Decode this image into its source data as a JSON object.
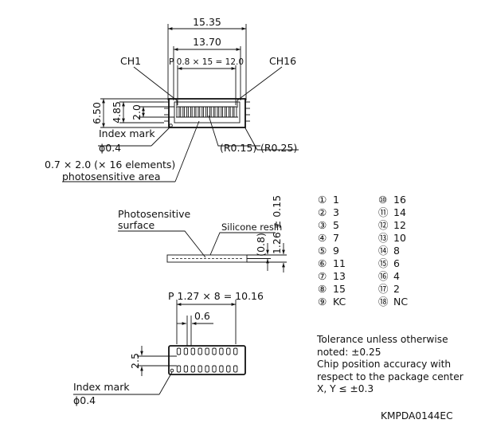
{
  "top_view": {
    "width_overall": "15.35",
    "width_inner": "13.70",
    "pitch": "P 0.8 × 15 = 12.0",
    "ch_first": "CH1",
    "ch_last": "CH16",
    "height_overall": "6.50",
    "height_inner": "4.85",
    "element_height": "2.0",
    "index_mark": "Index mark",
    "index_dia": "ϕ0.4",
    "radius_inner": "(R0.15)",
    "radius_outer": "(R0.25)",
    "element_size": "0.7 × 2.0 (× 16 elements)",
    "photosensitive_area": "photosensitive area"
  },
  "side_view": {
    "surface_line1": "Photosensitive",
    "surface_line2": "surface",
    "resin": "Silicone resin",
    "depth": "(0.8)",
    "thickness": "1.26 ± 0.15"
  },
  "bottom_view": {
    "pitch": "P 1.27 × 8 = 10.16",
    "pad_width": "0.6",
    "row_gap": "2.5",
    "index_mark": "Index mark",
    "index_dia": "ϕ0.4"
  },
  "pinout": {
    "left": [
      {
        "no": "①",
        "name": "1"
      },
      {
        "no": "②",
        "name": "3"
      },
      {
        "no": "③",
        "name": "5"
      },
      {
        "no": "④",
        "name": "7"
      },
      {
        "no": "⑤",
        "name": "9"
      },
      {
        "no": "⑥",
        "name": "11"
      },
      {
        "no": "⑦",
        "name": "13"
      },
      {
        "no": "⑧",
        "name": "15"
      },
      {
        "no": "⑨",
        "name": "KC"
      }
    ],
    "right": [
      {
        "no": "⑩",
        "name": "16"
      },
      {
        "no": "⑪",
        "name": "14"
      },
      {
        "no": "⑫",
        "name": "12"
      },
      {
        "no": "⑬",
        "name": "10"
      },
      {
        "no": "⑭",
        "name": "8"
      },
      {
        "no": "⑮",
        "name": "6"
      },
      {
        "no": "⑯",
        "name": "4"
      },
      {
        "no": "⑰",
        "name": "2"
      },
      {
        "no": "⑱",
        "name": "NC"
      }
    ]
  },
  "notes": {
    "line1": "Tolerance unless otherwise",
    "line2": "noted: ±0.25",
    "line3": "Chip position accuracy with",
    "line4": "respect to the package center",
    "line5": "X, Y ≤ ±0.3"
  },
  "drawing_code": "KMPDA0144EC"
}
